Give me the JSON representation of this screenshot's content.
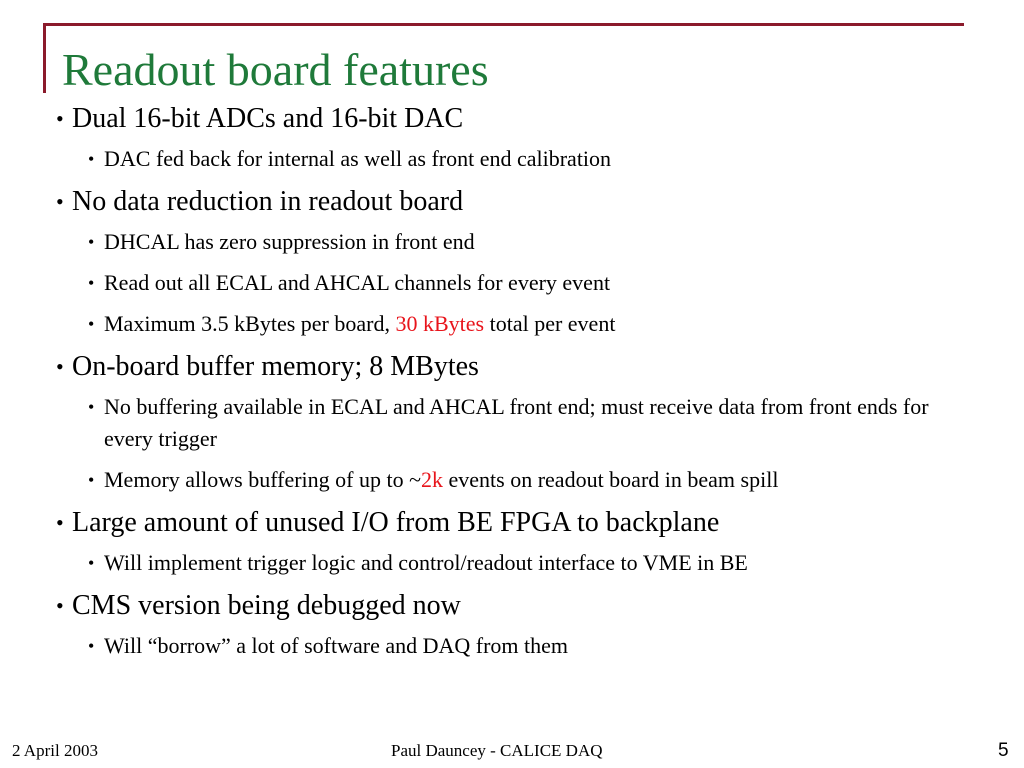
{
  "slide": {
    "title": "Readout board features",
    "accent_color": "#8b1a2b",
    "title_color": "#1f7a3a",
    "highlight_color": "#e8141b",
    "bullet_glyph": "•",
    "bullets": [
      {
        "text": "Dual 16-bit ADCs and 16-bit DAC",
        "sub": [
          {
            "text": "DAC fed back for internal as well as front end calibration"
          }
        ]
      },
      {
        "text": "No data reduction in readout board",
        "sub": [
          {
            "text": "DHCAL has zero suppression in front end"
          },
          {
            "text": "Read out all ECAL and AHCAL channels for every event"
          },
          {
            "pre": "Maximum 3.5 kBytes per board, ",
            "highlight": "30 kBytes",
            "post": " total per event"
          }
        ]
      },
      {
        "text": "On-board buffer memory; 8 MBytes",
        "sub": [
          {
            "text": "No buffering available in ECAL and AHCAL front end; must receive data from front ends for every trigger"
          },
          {
            "pre": "Memory allows buffering of up to ~",
            "highlight": "2k",
            "post": " events on readout board in beam spill"
          }
        ]
      },
      {
        "text": "Large amount of unused I/O from BE FPGA to backplane",
        "sub": [
          {
            "text": "Will implement trigger logic and control/readout interface to VME in BE"
          }
        ]
      },
      {
        "text": "CMS version being debugged now",
        "sub": [
          {
            "text": "Will “borrow” a lot of software and DAQ from them"
          }
        ]
      }
    ]
  },
  "footer": {
    "date": "2 April 2003",
    "center": "Paul Dauncey - CALICE DAQ",
    "page": "5"
  }
}
